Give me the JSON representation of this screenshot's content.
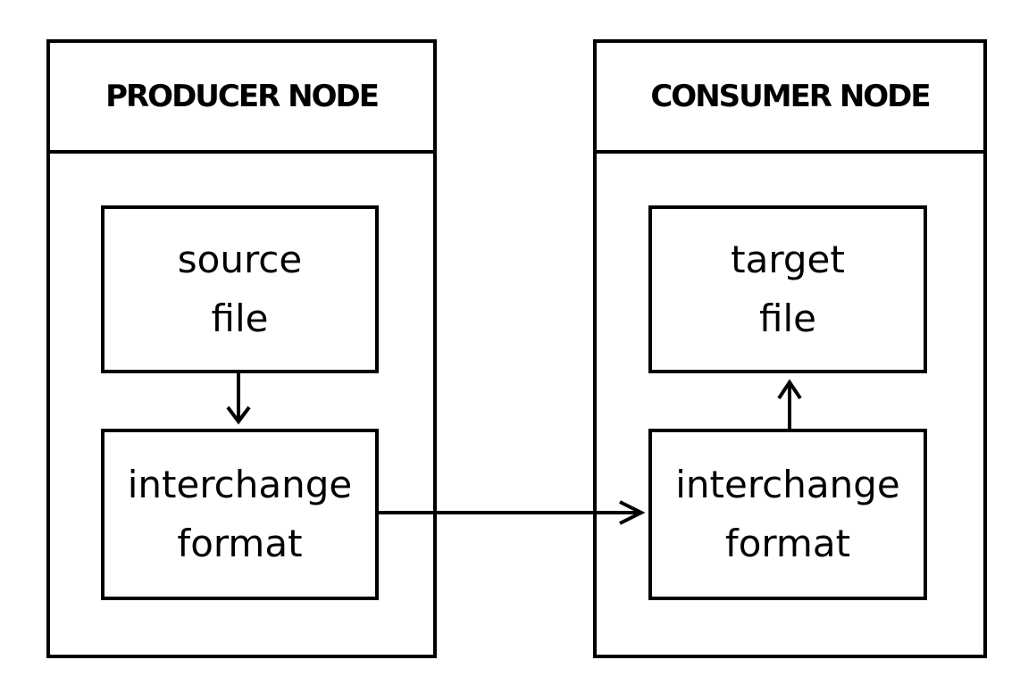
{
  "producer_node": {
    "title": "PRODUCER NODE",
    "source_box": {
      "line1": "source",
      "line2": "file"
    },
    "interchange_box": {
      "line1": "interchange",
      "line2": "format"
    }
  },
  "consumer_node": {
    "title": "CONSUMER NODE",
    "target_box": {
      "line1": "target",
      "line2": "file"
    },
    "interchange_box": {
      "line1": "interchange",
      "line2": "format"
    }
  }
}
